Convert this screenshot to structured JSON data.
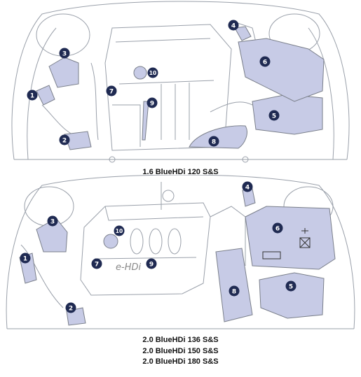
{
  "diagram_top": {
    "caption": "1.6 BlueHDi 120 S&S",
    "callouts": [
      "1",
      "2",
      "3",
      "4",
      "5",
      "6",
      "7",
      "8",
      "9",
      "10"
    ]
  },
  "diagram_bottom": {
    "captions": [
      "2.0 BlueHDi 136 S&S",
      "2.0 BlueHDi 150 S&S",
      "2.0 BlueHDi 180 S&S"
    ],
    "callouts": [
      "1",
      "2",
      "3",
      "4",
      "5",
      "6",
      "7",
      "8",
      "9",
      "10"
    ],
    "engine_cover_text": "e-HDi"
  },
  "colors": {
    "component_fill": "#c7cbe6",
    "callout_fill": "#1f2a52",
    "line": "#7a7f8a"
  }
}
